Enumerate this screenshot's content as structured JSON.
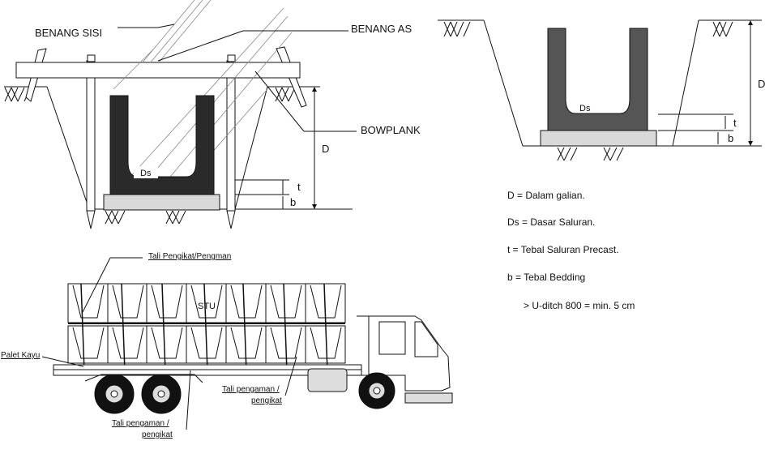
{
  "installation": {
    "benang_sisi": "BENANG SISI",
    "benang_as": "BENANG AS",
    "bowplank": "BOWPLANK",
    "ds": "Ds",
    "d": "D",
    "t": "t",
    "b": "b"
  },
  "section": {
    "ds": "Ds",
    "d": "D",
    "t": "t",
    "b": "b"
  },
  "legend": {
    "d": "D  = Dalam galian.",
    "ds": "Ds = Dasar Saluran.",
    "t": "t    = Tebal Saluran Precast.",
    "b": "b   = Tebal Bedding",
    "note": "> U-ditch 800 = min.  5 cm"
  },
  "truck": {
    "tali_pengikat": "Tali Pengikat/Pengman",
    "stu": "STU",
    "palet_kayu": "Palet Kayu",
    "tali_pengaman_1a": "Tali pengaman /",
    "tali_pengaman_1b": "pengikat",
    "tali_pengaman_2a": "Tali pengaman /",
    "tali_pengaman_2b": "pengikat"
  },
  "colors": {
    "channel_fill": "#2a2a2a",
    "precast_fill": "#555555",
    "bedding_fill": "#d9d9d9",
    "line": "#111111"
  }
}
